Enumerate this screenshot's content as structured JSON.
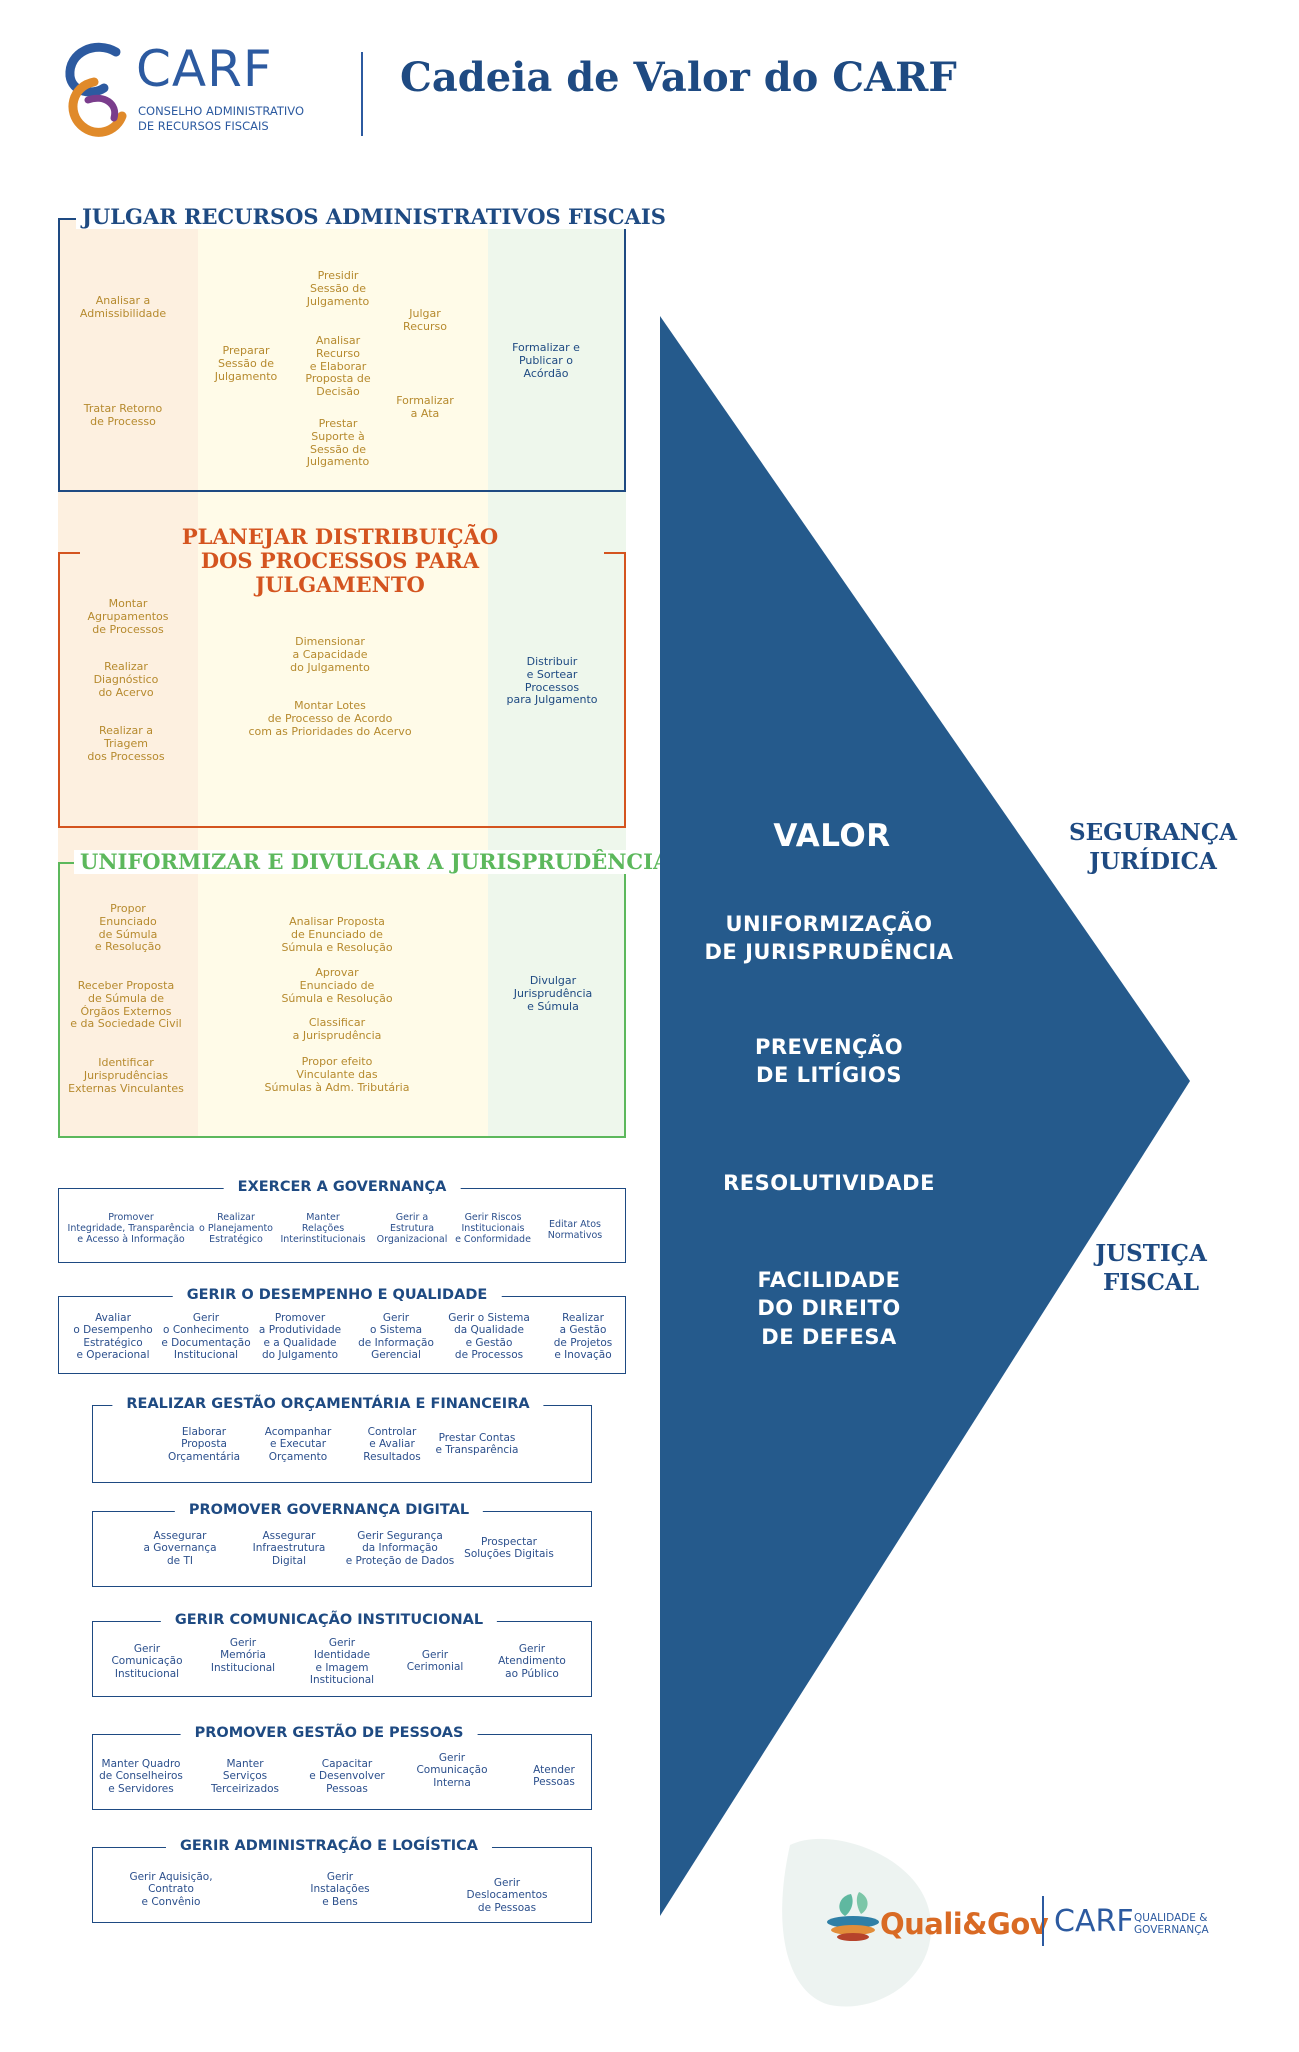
{
  "header": {
    "logo_name": "CARF",
    "logo_sub1": "CONSELHO ADMINISTRATIVO",
    "logo_sub2": "DE RECURSOS FISCAIS",
    "title": "Cadeia de Valor do CARF"
  },
  "macro1": {
    "title": "JULGAR RECURSOS ADMINISTRATIVOS FISCAIS",
    "items": [
      "Analisar a\nAdmissibilidade",
      "Tratar Retorno\nde Processo",
      "Preparar\nSessão de\nJulgamento",
      "Presidir\nSessão de\nJulgamento",
      "Analisar\nRecurso\ne Elaborar\nProposta de\nDecisão",
      "Prestar\nSuporte à\nSessão de\nJulgamento",
      "Julgar\nRecurso",
      "Formalizar\na Ata",
      "Formalizar e\nPublicar o\nAcórdão"
    ]
  },
  "macro2": {
    "title": "PLANEJAR DISTRIBUIÇÃO\nDOS PROCESSOS PARA JULGAMENTO",
    "items": [
      "Montar\nAgrupamentos\nde Processos",
      "Realizar\nDiagnóstico\ndo Acervo",
      "Realizar a\nTriagem\ndos Processos",
      "Dimensionar\na Capacidade\ndo Julgamento",
      "Montar Lotes\nde Processo de Acordo\ncom as Prioridades do Acervo",
      "Distribuir\ne Sortear\nProcessos\npara Julgamento"
    ]
  },
  "macro3": {
    "title": "UNIFORMIZAR E DIVULGAR A JURISPRUDÊNCIA",
    "items": [
      "Propor\nEnunciado\nde Súmula\ne Resolução",
      "Receber Proposta\nde Súmula de\nÓrgãos Externos\ne da Sociedade Civil",
      "Identificar\nJurisprudências\nExternas Vinculantes",
      "Analisar Proposta\nde Enunciado de\nSúmula e Resolução",
      "Aprovar\nEnunciado de\nSúmula e Resolução",
      "Classificar\na Jurisprudência",
      "Propor efeito\nVinculante das\nSúmulas à Adm. Tributária",
      "Divulgar\nJurisprudência\ne Súmula"
    ]
  },
  "support": [
    {
      "title": "EXERCER A GOVERNANÇA",
      "items": [
        "Promover\nIntegridade, Transparência\ne Acesso à Informação",
        "Realizar\no Planejamento\nEstratégico",
        "Manter\nRelações\nInterinstitucionais",
        "Gerir a\nEstrutura\nOrganizacional",
        "Gerir Riscos\nInstitucionais\ne Conformidade",
        "Editar Atos\nNormativos"
      ]
    },
    {
      "title": "GERIR O DESEMPENHO E QUALIDADE",
      "items": [
        "Avaliar\no Desempenho\nEstratégico\ne Operacional",
        "Gerir\no Conhecimento\ne Documentação\nInstitucional",
        "Promover\na Produtividade\ne a Qualidade\ndo Julgamento",
        "Gerir\no Sistema\nde Informação\nGerencial",
        "Gerir o Sistema\nda Qualidade\ne Gestão\nde Processos",
        "Realizar\na Gestão\nde Projetos\ne Inovação"
      ]
    },
    {
      "title": "REALIZAR GESTÃO ORÇAMENTÁRIA E FINANCEIRA",
      "items": [
        "Elaborar\nProposta\nOrçamentária",
        "Acompanhar\ne Executar\nOrçamento",
        "Controlar\ne Avaliar\nResultados",
        "Prestar Contas\ne Transparência"
      ]
    },
    {
      "title": "PROMOVER GOVERNANÇA DIGITAL",
      "items": [
        "Assegurar\na Governança\nde TI",
        "Assegurar\nInfraestrutura\nDigital",
        "Gerir Segurança\nda Informação\ne Proteção de Dados",
        "Prospectar\nSoluções Digitais"
      ]
    },
    {
      "title": "GERIR COMUNICAÇÃO INSTITUCIONAL",
      "items": [
        "Gerir\nComunicação\nInstitucional",
        "Gerir\nMemória\nInstitucional",
        "Gerir\nIdentidade\ne Imagem\nInstitucional",
        "Gerir\nCerimonial",
        "Gerir\nAtendimento\nao Público"
      ]
    },
    {
      "title": "PROMOVER GESTÃO DE PESSOAS",
      "items": [
        "Manter Quadro\nde Conselheiros\ne Servidores",
        "Manter\nServiços\nTerceirizados",
        "Capacitar\ne Desenvolver\nPessoas",
        "Gerir\nComunicação\nInterna",
        "Atender\nPessoas"
      ]
    },
    {
      "title": "GERIR ADMINISTRAÇÃO E LOGÍSTICA",
      "items": [
        "Gerir Aquisição,\nContrato\ne Convênio",
        "Gerir\nInstalações\ne Bens",
        "Gerir\nDeslocamentos\nde Pessoas"
      ]
    }
  ],
  "arrow": {
    "heading": "VALOR",
    "values": [
      "UNIFORMIZAÇÃO\nDE JURISPRUDÊNCIA",
      "PREVENÇÃO\nDE LITÍGIOS",
      "RESOLUTIVIDADE",
      "FACILIDADE\nDO DIREITO\nDE DEFESA"
    ]
  },
  "results": [
    "SEGURANÇA\nJURÍDICA",
    "JUSTIÇA\nFISCAL"
  ],
  "footer": {
    "brand1": "Quali&Gov",
    "brand2": "CARF",
    "brand2_sub": "QUALIDADE &\nGOVERNANÇA"
  },
  "colors": {
    "navy": "#1e4a82",
    "arrow": "#255a8c",
    "orange": "#d4541f",
    "green": "#5cb85c",
    "gold": "#b68a2e",
    "col_peach": "#fdf0e0",
    "col_yellow": "#fffbe8",
    "col_green": "#eef7ec"
  }
}
